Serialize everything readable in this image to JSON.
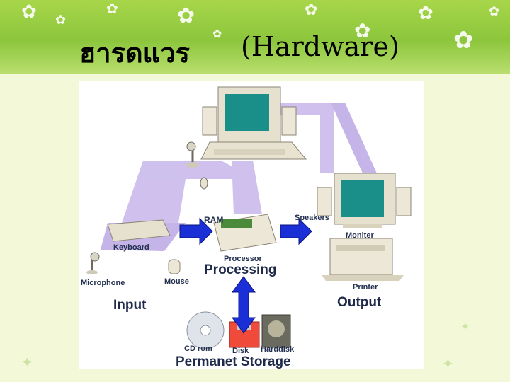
{
  "title": {
    "thai": "ฮารดแวร",
    "english": "(Hardware)"
  },
  "diagram": {
    "ram": "RAM",
    "speakers": "Speakers",
    "keyboard": "Keyboard",
    "processor": "Processor",
    "processing": "Processing",
    "moniter": "Moniter",
    "microphone": "Microphone",
    "mouse": "Mouse",
    "printer": "Printer",
    "input": "Input",
    "output": "Output",
    "cd_rom": "CD rom",
    "disk": "Disk",
    "harddisk": "Harddisk",
    "permanet_storage": "Permanet Storage"
  },
  "colors": {
    "banner": "#8cc63c",
    "arrow": "#1a2fd6",
    "flow": "#c7b6ea",
    "screen": "#1a8f8a"
  }
}
